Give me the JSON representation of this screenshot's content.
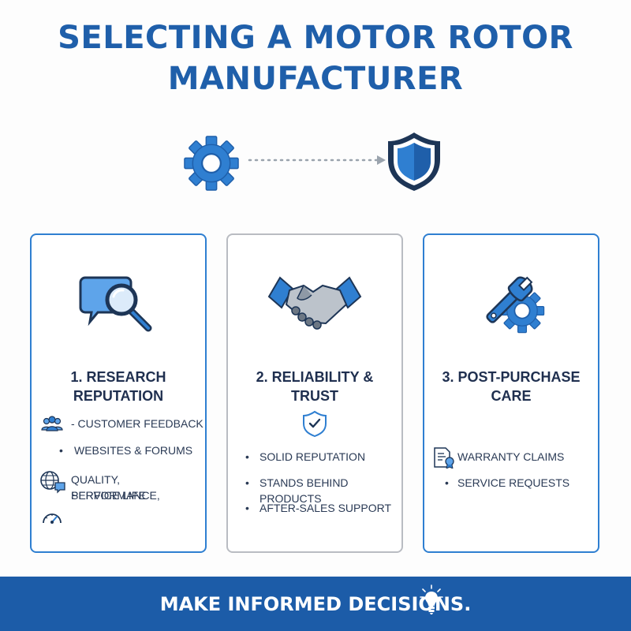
{
  "title": "SELECTING A MOTOR ROTOR MANUFACTURER",
  "colors": {
    "primary": "#1f5faa",
    "accent": "#2f7fd1",
    "light": "#8fc0f0",
    "text": "#1f2f4f",
    "footer": "#1c5ca8"
  },
  "hero": {
    "left_icon": "gear-icon",
    "right_icon": "shield-icon"
  },
  "cards": [
    {
      "icon": "magnifier-chat-icon",
      "title": "1. RESEARCH REPUTATION",
      "items": [
        {
          "icon": "people-icon",
          "text": "- CUSTOMER FEEDBACK"
        },
        {
          "icon": "bullet",
          "text": "WEBSITES & FORUMS"
        },
        {
          "icon": "globe-chat-icon",
          "text": "QUALITY, PERFORMANCE,",
          "text2": "SERVICE LIFE"
        },
        {
          "icon": "gauge-icon"
        }
      ]
    },
    {
      "icon": "handshake-icon",
      "title": "2. RELIABILITY & TRUST",
      "sub_icon": "shield-check-icon",
      "items": [
        {
          "icon": "bullet",
          "text": "SOLID REPUTATION"
        },
        {
          "icon": "bullet",
          "text": "STANDS BEHIND PRODUCTS"
        },
        {
          "icon": "bullet",
          "text": "AFTER-SALES SUPPORT"
        }
      ]
    },
    {
      "icon": "wrench-gear-icon",
      "title": "3. POST-PURCHASE",
      "title2": "CARE",
      "items": [
        {
          "icon": "certificate-icon",
          "text": "WARRANTY CLAIMS"
        },
        {
          "icon": "bullet",
          "text": "SERVICE REQUESTS"
        }
      ]
    }
  ],
  "footer": {
    "text": "MAKE INFORMED DECISIONS.",
    "icon": "lightbulb-icon"
  }
}
